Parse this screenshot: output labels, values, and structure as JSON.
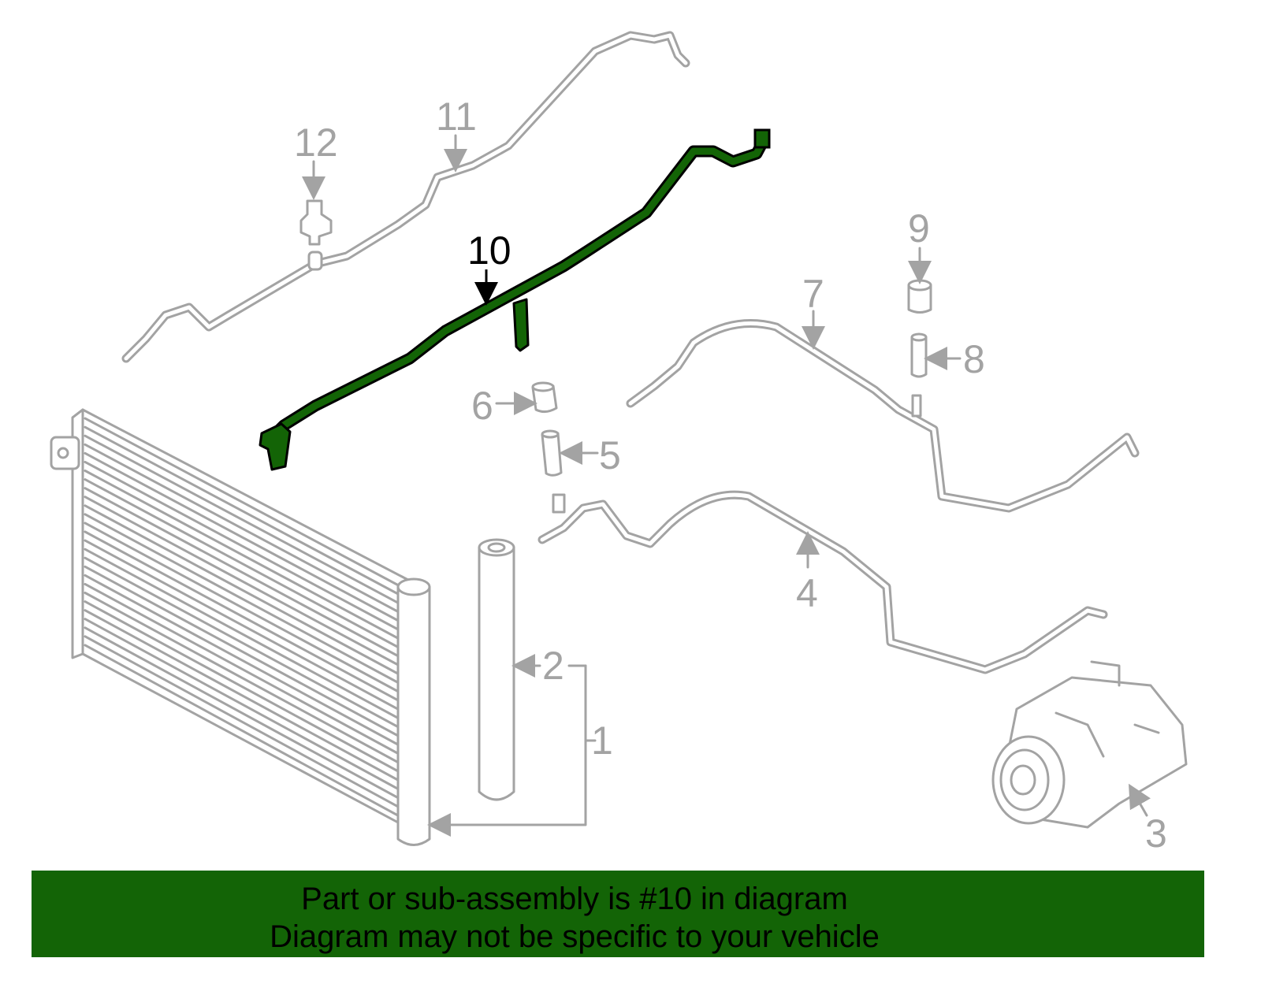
{
  "diagram": {
    "highlighted_part": "10",
    "colors": {
      "highlight": "#136406",
      "outline": "#a3a3a3",
      "banner": "#136406"
    },
    "labels": {
      "p1": "1",
      "p2": "2",
      "p3": "3",
      "p4": "4",
      "p5": "5",
      "p6": "6",
      "p7": "7",
      "p8": "8",
      "p9": "9",
      "p10": "10",
      "p11": "11",
      "p12": "12"
    }
  },
  "banner": {
    "line1": "Part or sub-assembly is #10 in diagram",
    "line2": "Diagram may not be specific to your vehicle"
  }
}
